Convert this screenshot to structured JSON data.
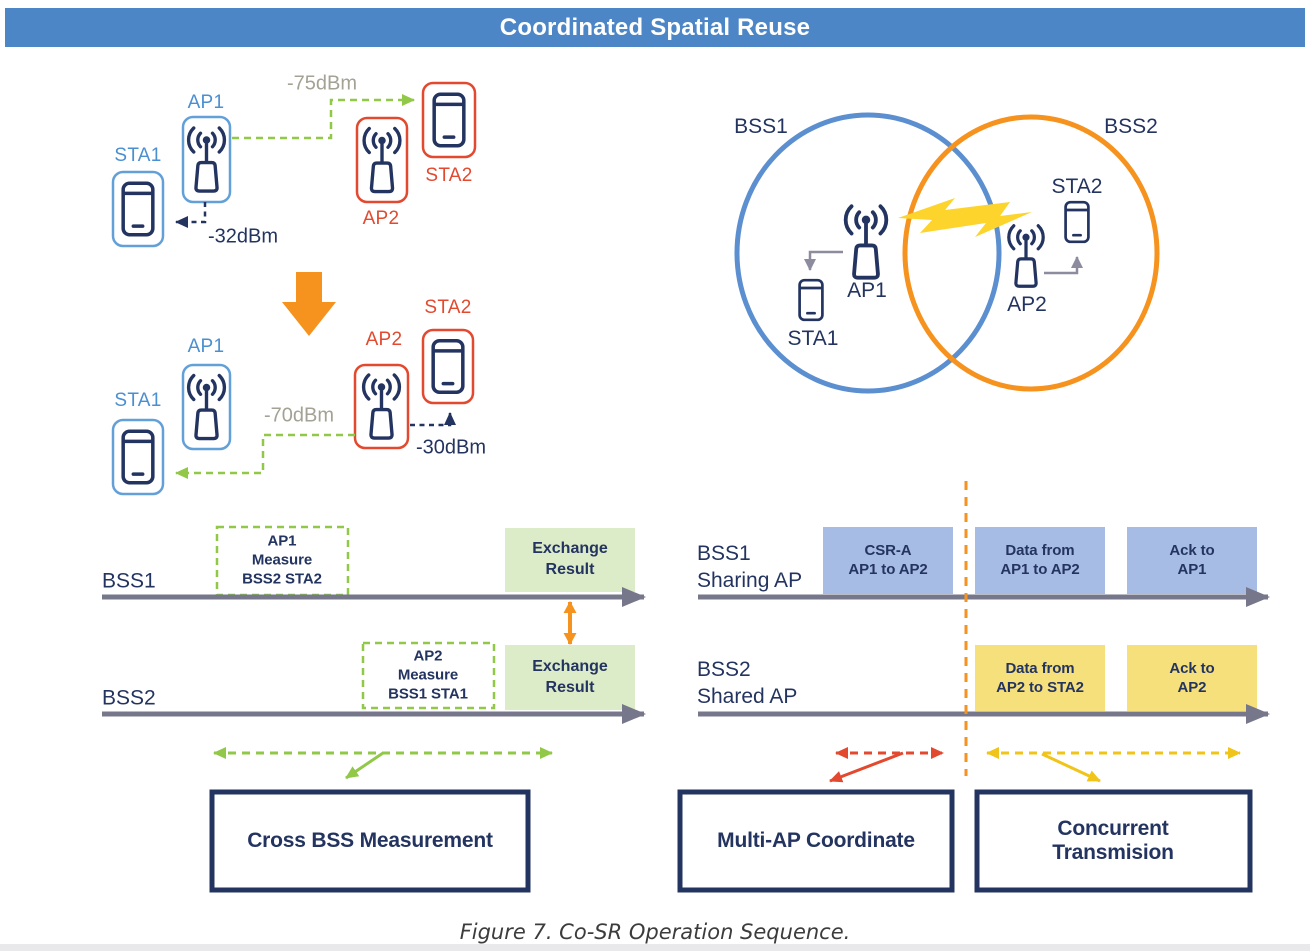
{
  "header": {
    "title": "Coordinated Spatial Reuse"
  },
  "measurement_before": {
    "ap1": "AP1",
    "sta1": "STA1",
    "ap2": "AP2",
    "sta2": "STA2",
    "cross_signal": "-75dBm",
    "own_signal": "-32dBm"
  },
  "measurement_after": {
    "ap1": "AP1",
    "sta1": "STA1",
    "ap2": "AP2",
    "sta2": "STA2",
    "cross_signal": "-70dBm",
    "own_signal": "-30dBm"
  },
  "venn": {
    "bss1": "BSS1",
    "bss2": "BSS2",
    "ap1": "AP1",
    "sta1": "STA1",
    "ap2": "AP2",
    "sta2": "STA2"
  },
  "sequence_left": {
    "row1_label": "BSS1",
    "row2_label": "BSS2",
    "measure1": "AP1\nMeasure\nBSS2 STA2",
    "measure2": "AP2\nMeasure\nBSS1 STA1",
    "exchange1": "Exchange\nResult",
    "exchange2": "Exchange\nResult",
    "phase_label": "Cross BSS Measurement"
  },
  "sequence_right": {
    "row1_label": "BSS1\nSharing AP",
    "row2_label": "BSS2\nShared AP",
    "csr": "CSR-A\nAP1 to AP2",
    "data1": "Data from\nAP1 to AP2",
    "ack1": "Ack to\nAP1",
    "data2": "Data from\nAP2 to STA2",
    "ack2": "Ack to\nAP2",
    "phase1_label": "Multi-AP Coordinate",
    "phase2_label": "Concurrent Transmision"
  },
  "caption": "Figure 7. Co-SR Operation Sequence.",
  "colors": {
    "banner-bg": "#4d86c6",
    "banner-text": "#ffffff",
    "navy": "#243460",
    "blue": "#4a8fd2",
    "blue-stroke": "#64a0d8",
    "red": "#e2492f",
    "orange": "#f6921e",
    "green": "#92c848",
    "green-fill": "#dcebc8",
    "blue-fill": "#a7bce4",
    "yellow-fill": "#f6e07c",
    "yellow": "#f0c419",
    "lightning": "#fdd42c",
    "timeline": "#77778c",
    "gray-text": "#a3a294",
    "venn-blue": "#5b8fd0",
    "gray-arrow": "#8c8c9e",
    "caption": "#3c3c3c",
    "strip": "#e9e9ec"
  }
}
